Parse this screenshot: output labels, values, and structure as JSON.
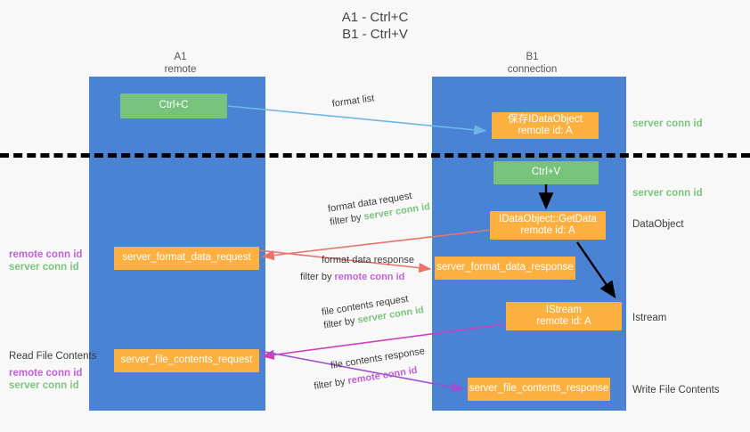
{
  "title": {
    "line1": "A1 - Ctrl+C",
    "line2": "B1 - Ctrl+V"
  },
  "columns": {
    "left": {
      "name": "A1",
      "role": "remote"
    },
    "right": {
      "name": "B1",
      "role": "connection"
    }
  },
  "nodes": {
    "ctrl_c": {
      "label": "Ctrl+C"
    },
    "ctrl_v": {
      "label": "Ctrl+V"
    },
    "save_idataobject": {
      "line1": "保存IDataObject",
      "line2": "remote id: A"
    },
    "getdata": {
      "line1": "IDataObject::GetData",
      "line2": "remote id: A"
    },
    "istream": {
      "line1": "IStream",
      "line2": "remote id: A"
    },
    "server_format_data_request": {
      "label": "server_format_data_request"
    },
    "server_format_data_response": {
      "label": "server_format_data_response"
    },
    "server_file_contents_request": {
      "label": "server_file_contents_request"
    },
    "server_file_contents_response": {
      "label": "server_file_contents_response"
    }
  },
  "right_labels": {
    "server_conn_id_top": "server conn id",
    "server_conn_id_mid": "server conn id",
    "dataobject": "DataObject",
    "istream": "Istream",
    "write_file_contents": "Write File Contents"
  },
  "left_labels": {
    "remote_conn_id_1": "remote conn id",
    "server_conn_id_1": "server conn id",
    "read_file_contents": "Read File Contents",
    "remote_conn_id_2": "remote conn id",
    "server_conn_id_2": "server conn id"
  },
  "edges": {
    "format_list": "format list",
    "format_data_request": "format data request",
    "format_data_request_filter_prefix": "filter by ",
    "format_data_request_filter_key": "server conn id",
    "format_data_response": "format data response",
    "format_data_response_filter_prefix": "filter by ",
    "format_data_response_filter_key": "remote conn id",
    "file_contents_request": "file contents request",
    "file_contents_request_filter_prefix": "filter by ",
    "file_contents_request_filter_key": "server conn id",
    "file_contents_response": "file contents response",
    "file_contents_response_filter_prefix": "filter by ",
    "file_contents_response_filter_key": "remote conn id"
  },
  "colors": {
    "lane": "#4a82d4",
    "green_node": "#78c37b",
    "orange_node": "#fcb040",
    "server_conn_id": "#7cc47f",
    "remote_conn_id": "#c061d6",
    "arrow_blue": "#6fb7e8",
    "arrow_red": "#e8746a",
    "arrow_magenta": "#cc3fc0",
    "arrow_purple": "#a04fd0",
    "arrow_black": "#000000",
    "divider": "#000000"
  }
}
